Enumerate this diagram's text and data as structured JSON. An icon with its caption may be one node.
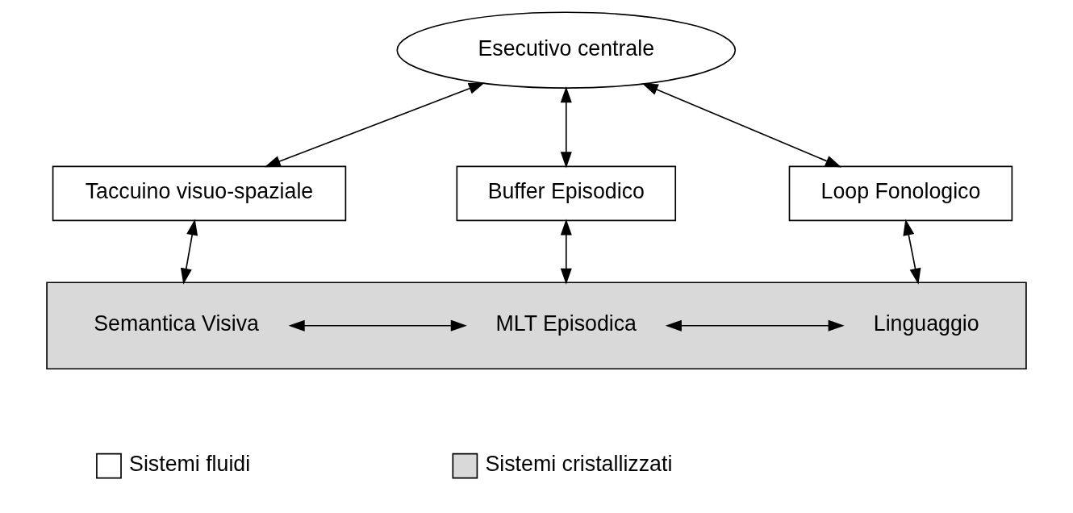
{
  "diagram": {
    "nodes": [
      {
        "text": [
          "Esecutivo centrale"
        ]
      },
      {
        "text": [
          "Taccuino visuo-spaziale"
        ]
      },
      {
        "text": [
          "Buffer Episodico"
        ]
      },
      {
        "text": [
          "Loop Fonologico"
        ]
      },
      {
        "text": [],
        "shape": "bar"
      },
      {
        "text": [
          "Semantica Visiva"
        ],
        "in": 4
      },
      {
        "text": [
          "MLT Episodica"
        ],
        "in": 4
      },
      {
        "text": [
          "Linguaggio"
        ],
        "in": 4
      }
    ],
    "edges": [
      {
        "from": 0,
        "to": 1,
        "arrow": "both"
      },
      {
        "from": 0,
        "to": 2,
        "arrow": "both"
      },
      {
        "from": 0,
        "to": 3,
        "arrow": "both"
      },
      {
        "from": 1,
        "to": 5,
        "arrow": "both"
      },
      {
        "from": 2,
        "to": 6,
        "arrow": "both"
      },
      {
        "from": 3,
        "to": 7,
        "arrow": "both"
      },
      {
        "from": 5,
        "to": 6,
        "arrow": "both"
      },
      {
        "from": 6,
        "to": 7,
        "arrow": "both"
      }
    ],
    "legend": [
      {
        "text": "Sistemi fluidi",
        "color": "#ffffff"
      },
      {
        "text": "Sistemi cristallizzati",
        "color": "#d9d9d9"
      }
    ]
  }
}
